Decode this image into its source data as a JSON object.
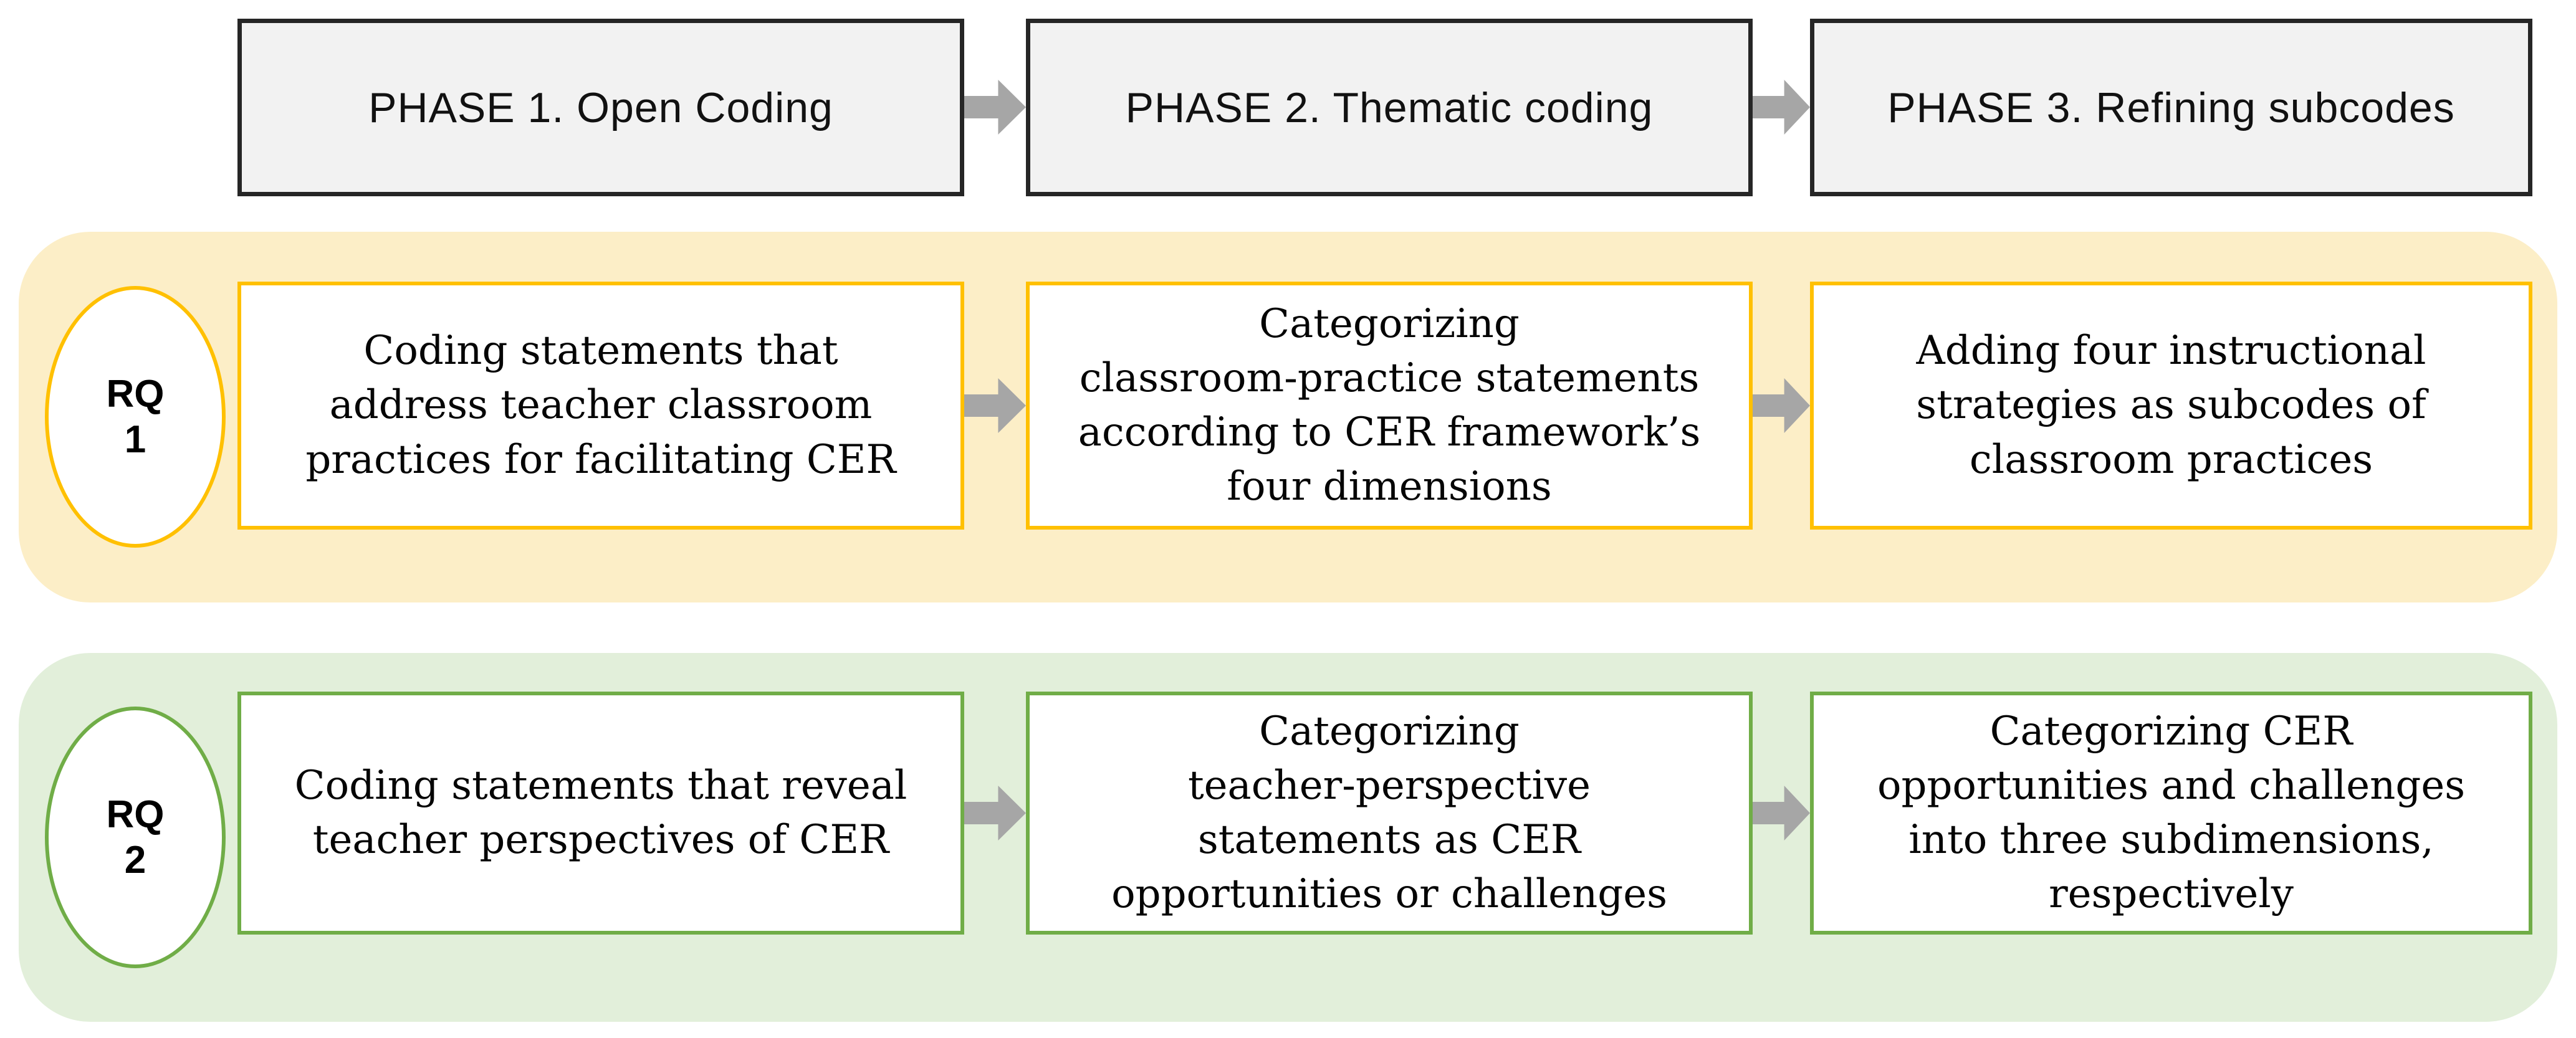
{
  "phases": [
    {
      "label": "PHASE 1. Open Coding"
    },
    {
      "label": "PHASE 2. Thematic coding"
    },
    {
      "label": "PHASE 3. Refining subcodes"
    }
  ],
  "rows": [
    {
      "rq": {
        "line1": "RQ",
        "line2": "1"
      },
      "theme": {
        "band_bg": "#FCEEC7",
        "border": "#FFC000"
      },
      "boxes": [
        {
          "lines": [
            "Coding statements that",
            "address teacher classroom",
            "practices for facilitating CER"
          ]
        },
        {
          "lines": [
            "Categorizing",
            "classroom-practice statements",
            "according to CER framework’s",
            "four dimensions"
          ]
        },
        {
          "lines": [
            "Adding four instructional",
            "strategies as subcodes of",
            "classroom practices"
          ]
        }
      ]
    },
    {
      "rq": {
        "line1": "RQ",
        "line2": "2"
      },
      "theme": {
        "band_bg": "#E2EFDA",
        "border": "#70AD47"
      },
      "boxes": [
        {
          "lines": [
            "Coding statements that reveal",
            "teacher perspectives of CER"
          ]
        },
        {
          "lines": [
            "Categorizing",
            "teacher-perspective",
            "statements as CER",
            "opportunities or challenges"
          ]
        },
        {
          "lines": [
            "Categorizing CER",
            "opportunities and challenges",
            "into three subdimensions,",
            "respectively"
          ]
        }
      ]
    }
  ],
  "colors": {
    "phase_bg": "#F2F2F2",
    "phase_border": "#262626",
    "arrow": "#A6A6A6",
    "text": "#050505",
    "rq1_band": "#FCEEC7",
    "rq1_border": "#FFC000",
    "rq2_band": "#E2EFDA",
    "rq2_border": "#70AD47"
  }
}
